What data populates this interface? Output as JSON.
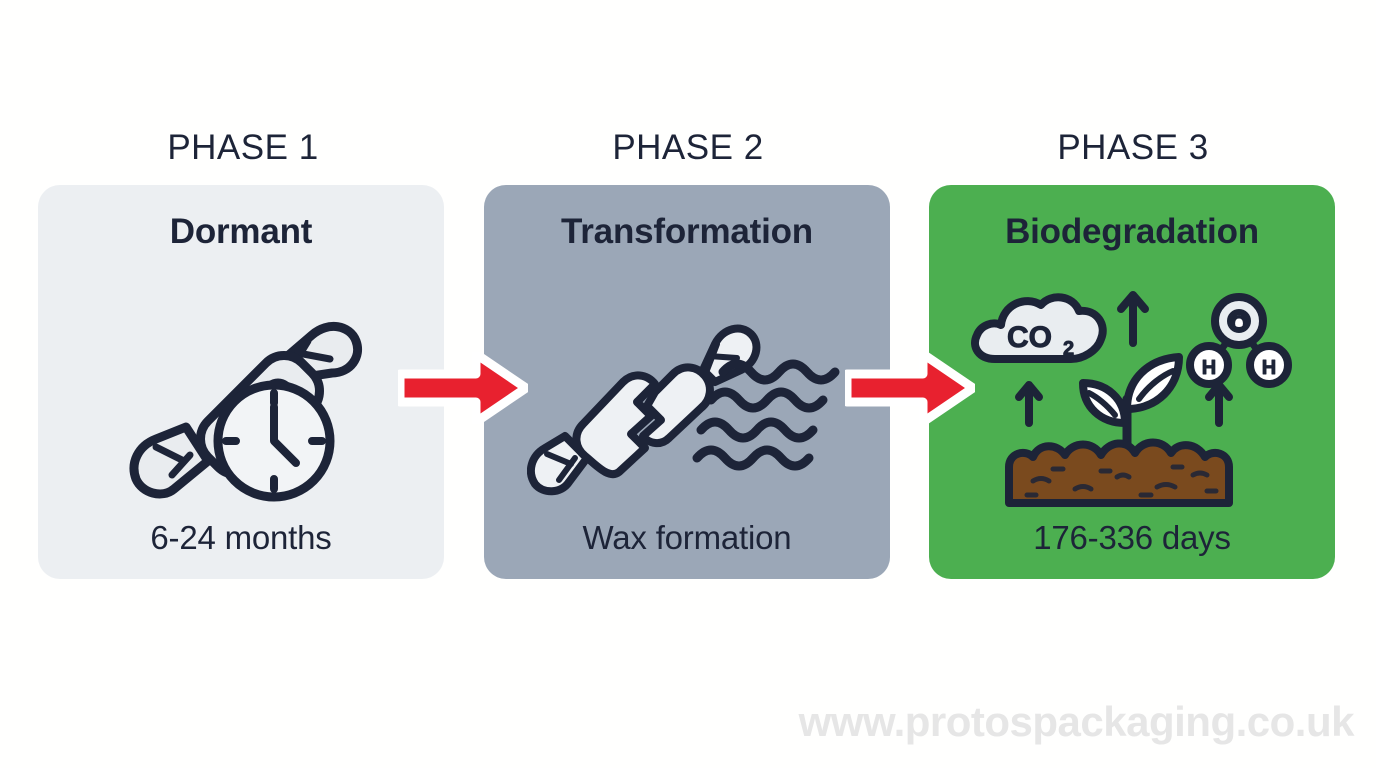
{
  "background_color": "#ffffff",
  "ink_color": "#1d2438",
  "arrow_color": "#e8212f",
  "watermark": "www.protospackaging.co.uk",
  "phases": [
    {
      "label": "PHASE 1",
      "title": "Dormant",
      "footer": "6-24 months",
      "card_color": "#eceff2",
      "icon": "wrapped-candy-clock-icon"
    },
    {
      "label": "PHASE 2",
      "title": "Transformation",
      "footer": "Wax formation",
      "card_color": "#9ba7b7",
      "icon": "breaking-wrapper-waves-icon"
    },
    {
      "label": "PHASE 3",
      "title": "Biodegradation",
      "footer": "176-336 days",
      "card_color": "#4caf50",
      "icon": "soil-sprout-co2-h2o-icon"
    }
  ],
  "arrows": [
    {
      "name": "arrow-phase1-to-phase2"
    },
    {
      "name": "arrow-phase2-to-phase3"
    }
  ],
  "icon_labels": {
    "co2": "CO",
    "co2_sub": "2",
    "oxygen": "O",
    "hydrogen_left": "H",
    "hydrogen_right": "H"
  },
  "chart_data": {
    "type": "diagram",
    "title": "Biodegradation phase timeline",
    "stages": [
      {
        "stage": 1,
        "name": "Dormant",
        "duration": "6-24 months",
        "duration_min": 6,
        "duration_max": 24,
        "unit": "months"
      },
      {
        "stage": 2,
        "name": "Transformation",
        "duration": "Wax formation",
        "unit": ""
      },
      {
        "stage": 3,
        "name": "Biodegradation",
        "duration": "176-336 days",
        "duration_min": 176,
        "duration_max": 336,
        "unit": "days"
      }
    ]
  }
}
